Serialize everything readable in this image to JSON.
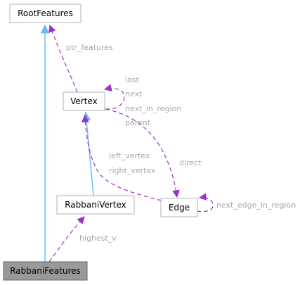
{
  "nodes": {
    "root_features": "RootFeatures",
    "vertex": "Vertex",
    "rabbani_vertex": "RabbaniVertex",
    "edge": "Edge",
    "rabbani_features": "RabbaniFeatures"
  },
  "edge_labels": {
    "ptr_features": "ptr_features",
    "last": "last",
    "next": "next",
    "next_in_region": "next_in_region",
    "parent": "parent",
    "left_vertex": "left_vertex",
    "right_vertex": "right_vertex",
    "direct": "direct",
    "next_edge_in_region": "next_edge_in_region",
    "highest_v": "highest_v"
  },
  "colors": {
    "inheritance": "#63b8ff",
    "usage": "#9a32cd",
    "label": "#a8a8a8",
    "highlight_fill": "#999999"
  }
}
